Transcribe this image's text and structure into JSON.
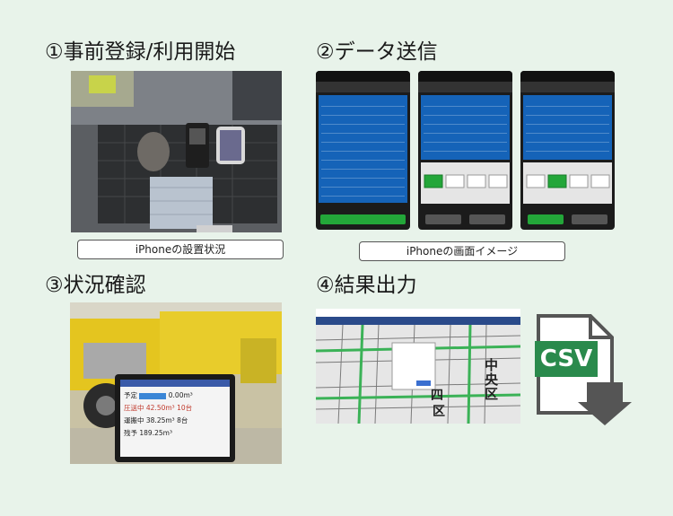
{
  "sections": {
    "s1": {
      "title": "①事前登録/利用開始",
      "caption": "iPhoneの設置状況"
    },
    "s2": {
      "title": "②データ送信",
      "caption": "iPhoneの画面イメージ"
    },
    "s3": {
      "title": "③状況確認"
    },
    "s4": {
      "title": "④結果出力"
    }
  },
  "csv_icon": {
    "label": "CSV",
    "color": "#2a8a4c",
    "arrow_color": "#555555"
  },
  "monitor": {
    "rows": [
      {
        "label": "予定",
        "value": "0.00m³"
      },
      {
        "label": "圧送中",
        "value": "42.50m³",
        "extra": "10台"
      },
      {
        "label": "運搬中",
        "value": "38.25m³",
        "extra": "8台"
      },
      {
        "label": "残予",
        "value": "189.25m³"
      }
    ]
  },
  "map": {
    "district": "中央区",
    "label_a": "四",
    "label_b": "区"
  }
}
